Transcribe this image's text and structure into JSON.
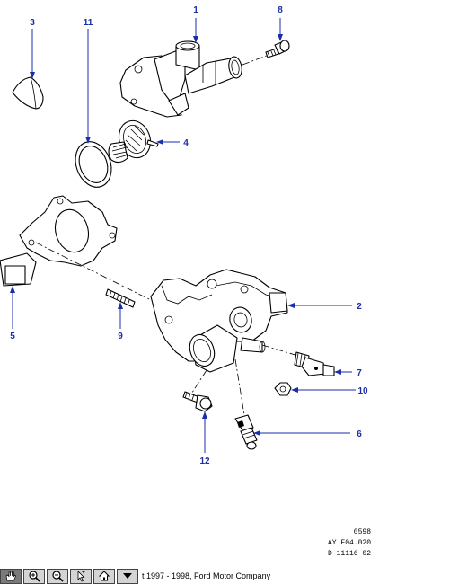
{
  "callouts": [
    {
      "id": "1",
      "label": "1"
    },
    {
      "id": "2",
      "label": "2"
    },
    {
      "id": "3",
      "label": "3"
    },
    {
      "id": "4",
      "label": "4"
    },
    {
      "id": "5",
      "label": "5"
    },
    {
      "id": "6",
      "label": "6"
    },
    {
      "id": "7",
      "label": "7"
    },
    {
      "id": "8",
      "label": "8"
    },
    {
      "id": "9",
      "label": "9"
    },
    {
      "id": "10",
      "label": "10"
    },
    {
      "id": "11",
      "label": "11"
    },
    {
      "id": "12",
      "label": "12"
    }
  ],
  "reference": {
    "line1": "0598",
    "line2": "AY F04.020",
    "line3": "D 11116 02"
  },
  "colors": {
    "callout": "#1a2ea8",
    "toolbar_bg": "#d4d4d4"
  },
  "toolbar": {
    "buttons": [
      {
        "name": "pan-tool-button",
        "icon": "hand-icon"
      },
      {
        "name": "zoom-in-button",
        "icon": "zoom-in-icon"
      },
      {
        "name": "zoom-out-button",
        "icon": "zoom-out-icon"
      },
      {
        "name": "select-tool-button",
        "icon": "cursor-icon"
      },
      {
        "name": "home-button",
        "icon": "home-icon"
      },
      {
        "name": "menu-dropdown-button",
        "icon": "dropdown-arrow-icon"
      }
    ],
    "copyright": "t 1997 - 1998, Ford Motor Company"
  }
}
